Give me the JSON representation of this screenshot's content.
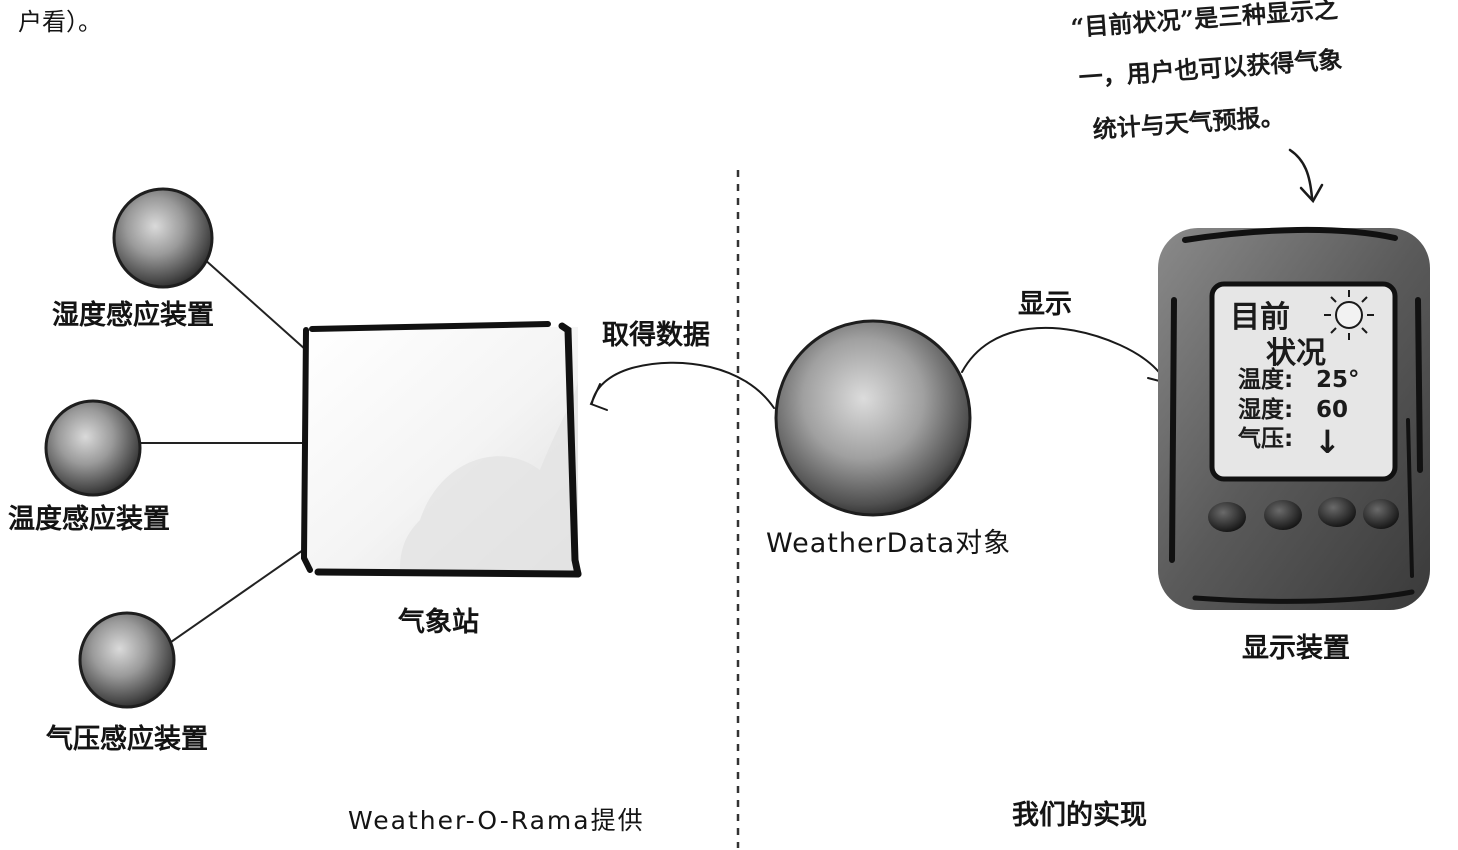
{
  "page": {
    "top_text": "户看）。"
  },
  "annotation": {
    "lines": [
      "“目前状况”是三种显示之",
      "一，用户也可以获得气象",
      "统计与天气预报。"
    ]
  },
  "sensors": {
    "humidity": "湿度感应装置",
    "temperature": "温度感应装置",
    "pressure": "气压感应装置"
  },
  "station": {
    "label": "气象站"
  },
  "arrows": {
    "pull": "取得数据",
    "display": "显示"
  },
  "weather_data": {
    "label": "WeatherData对象"
  },
  "device": {
    "label": "显示装置",
    "screen": {
      "title_line1": "目前",
      "title_line2": "状况",
      "temp_label": "温度:",
      "temp_value": "25°",
      "humidity_label": "湿度:",
      "humidity_value": "60",
      "pressure_label": "气压:",
      "pressure_symbol": "↓"
    },
    "sun_icon": "sun-icon"
  },
  "sections": {
    "left": "Weather-O-Rama提供",
    "right": "我们的实现"
  },
  "colors": {
    "ink": "#141414",
    "sphere_light": "#d9d9d9",
    "sphere_dark": "#3c3c3c",
    "device_body": "#5a5a5a",
    "screen": "#e6e6e6"
  }
}
